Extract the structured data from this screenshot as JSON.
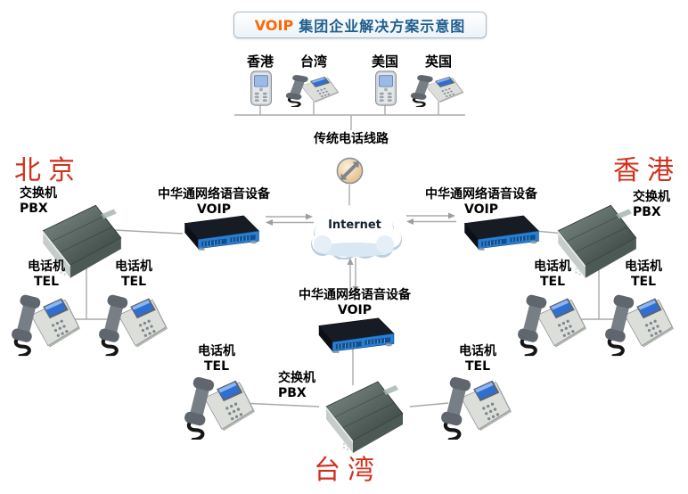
{
  "title": {
    "brand": "VOIP",
    "text": "集团企业解决方案示意图"
  },
  "pstn": {
    "phones": [
      {
        "label": "香港",
        "type": "mobile-phone"
      },
      {
        "label": "台湾",
        "type": "desk-phone"
      },
      {
        "label": "美国",
        "type": "mobile-phone"
      },
      {
        "label": "英国",
        "type": "desk-phone"
      }
    ],
    "line_label": "传统电话线路"
  },
  "internet": {
    "label": "Internet"
  },
  "device_labels": {
    "pbx": "交换机\nPBX",
    "voip": "中华通网络语音设备\nVOIP",
    "tel": "电话机\nTEL"
  },
  "regions": {
    "beijing": {
      "name": "北京"
    },
    "hongkong": {
      "name": "香港"
    },
    "taiwan": {
      "name": "台湾"
    }
  },
  "colors": {
    "region_name": "#d2301c",
    "title_text": "#1d5e8e",
    "title_brand": "#ff6600",
    "connector": "#aaaaaa",
    "voip_front": "#2a7fd0"
  }
}
